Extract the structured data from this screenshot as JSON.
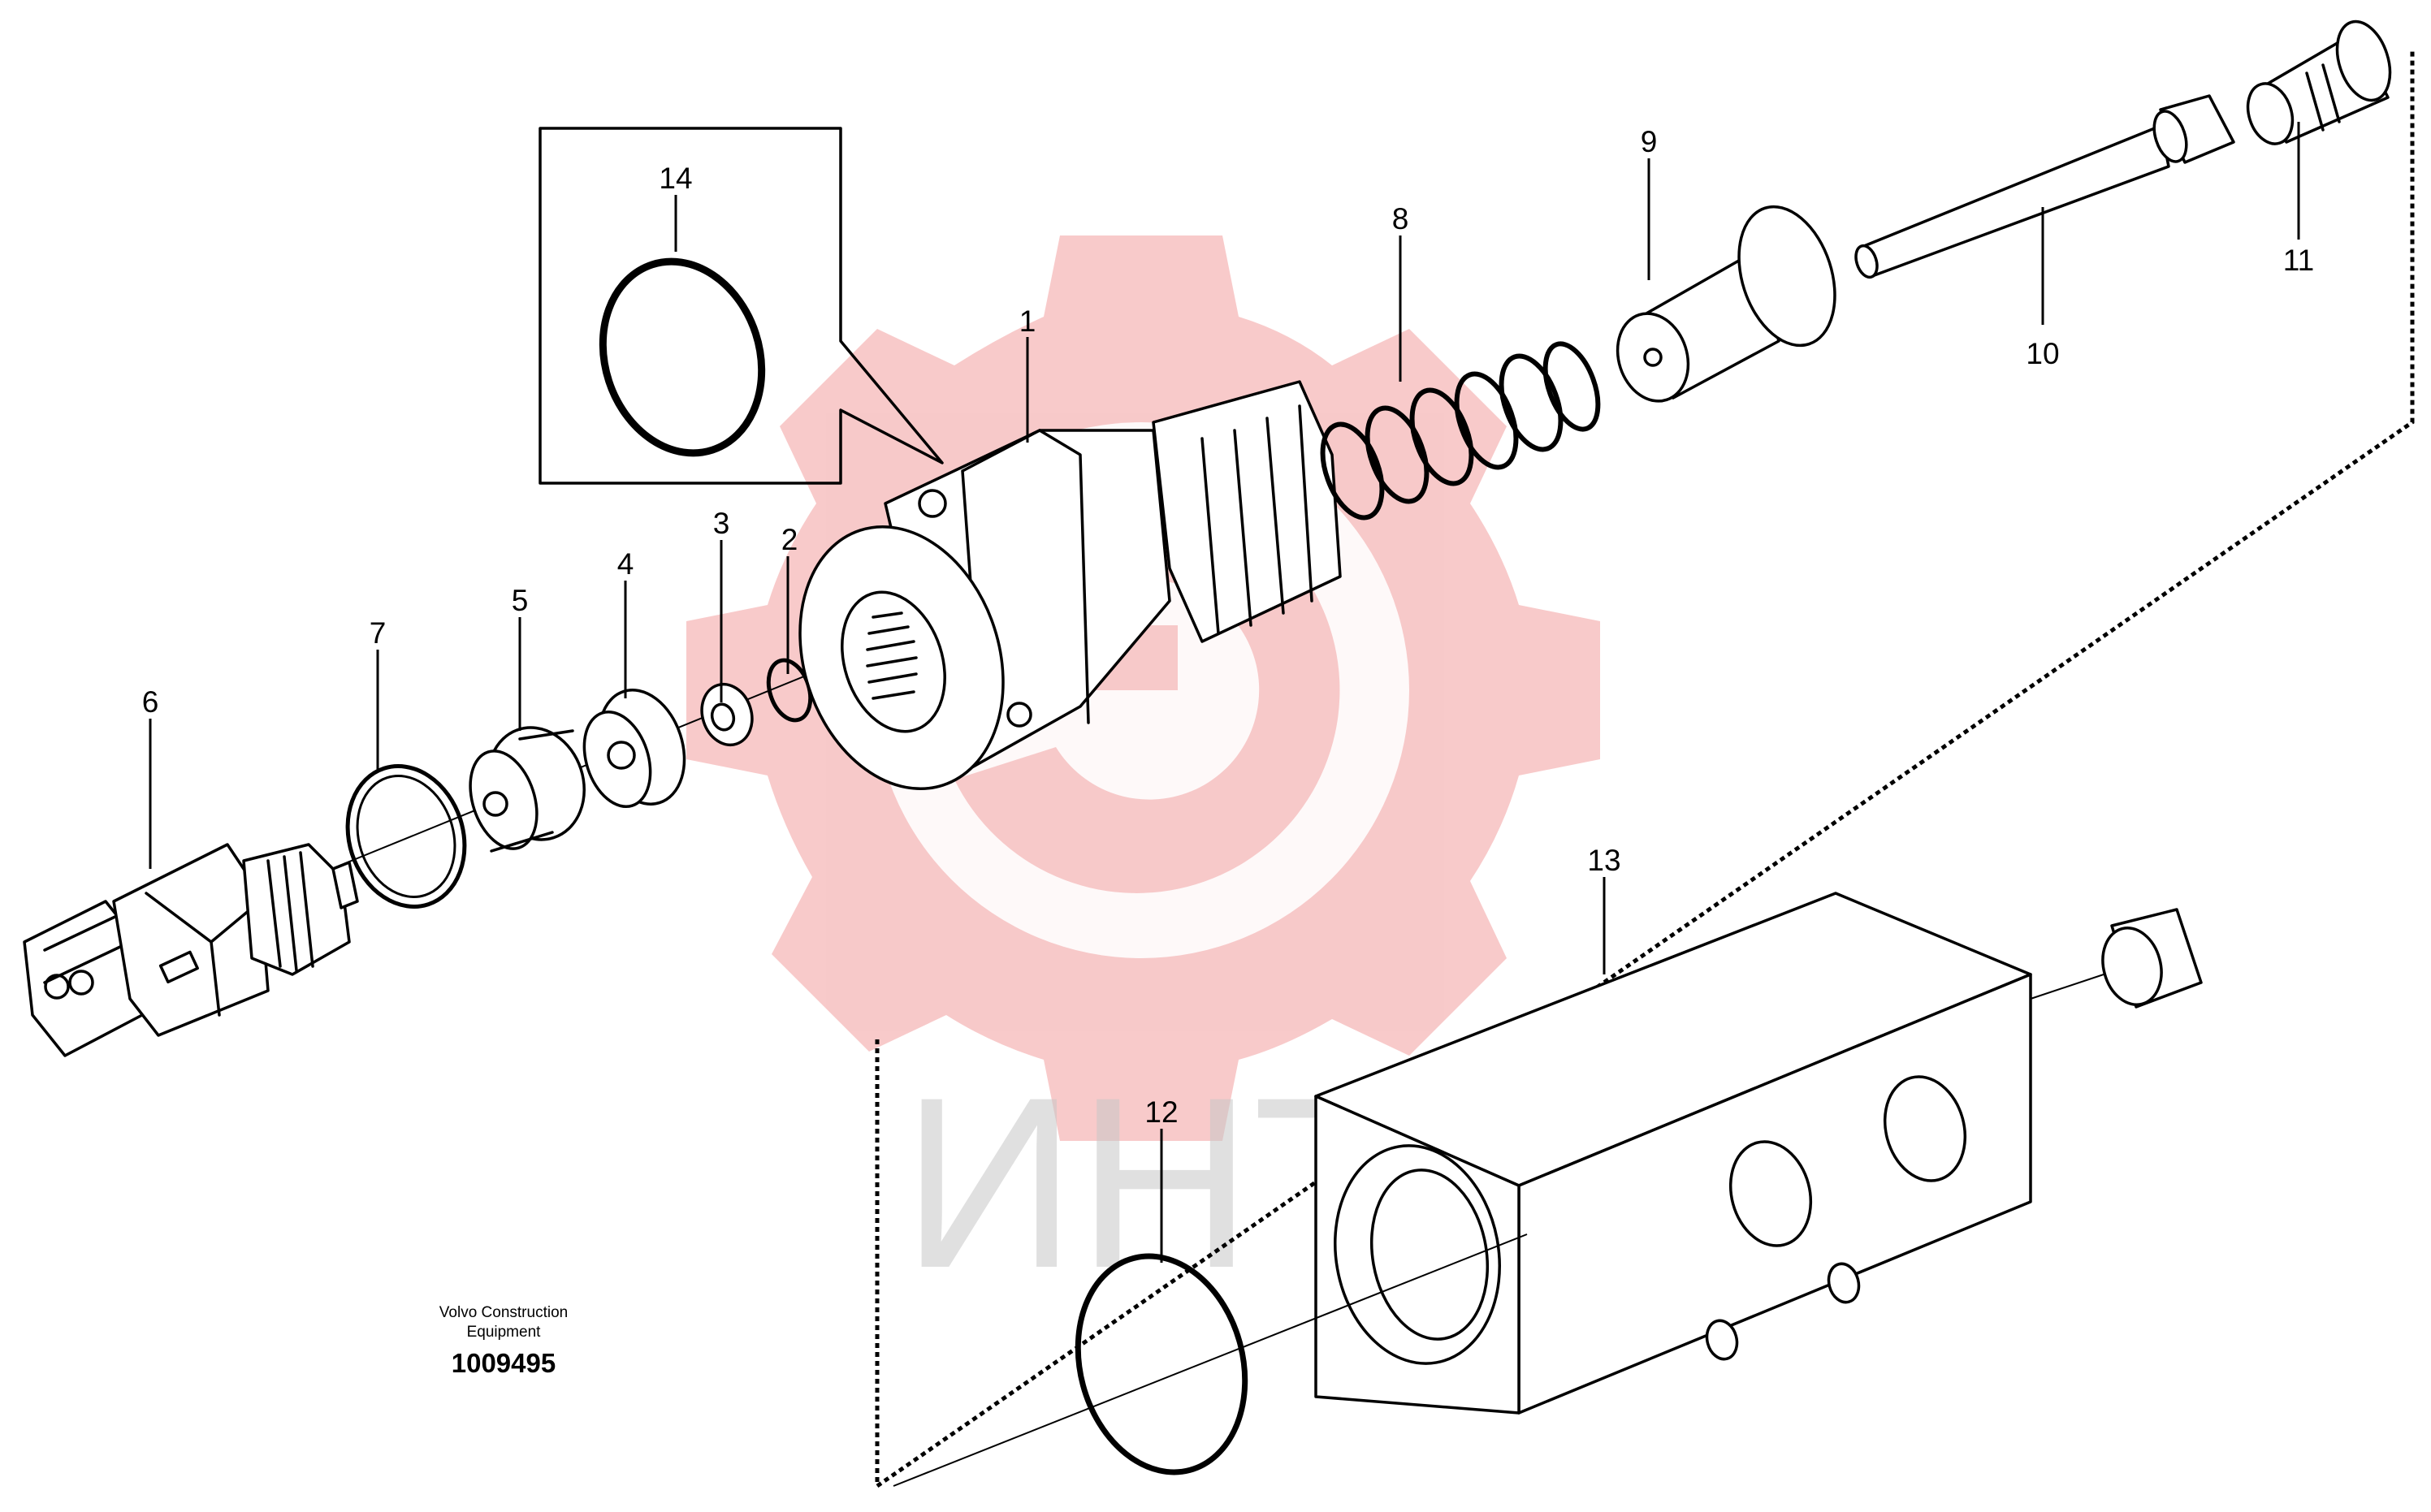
{
  "footer": {
    "company_line1": "Volvo Construction",
    "company_line2": "Equipment",
    "drawing_number": "1009495"
  },
  "watermark": {
    "text": "ИНТЕХ",
    "gear_color": "#f5b8b8",
    "text_color": "#c8c8c8"
  },
  "callouts": {
    "c1": "1",
    "c2": "2",
    "c3": "3",
    "c4": "4",
    "c5": "5",
    "c6": "6",
    "c7": "7",
    "c8": "8",
    "c9": "9",
    "c10": "10",
    "c11": "11",
    "c12": "12",
    "c13": "13",
    "c14": "14"
  }
}
